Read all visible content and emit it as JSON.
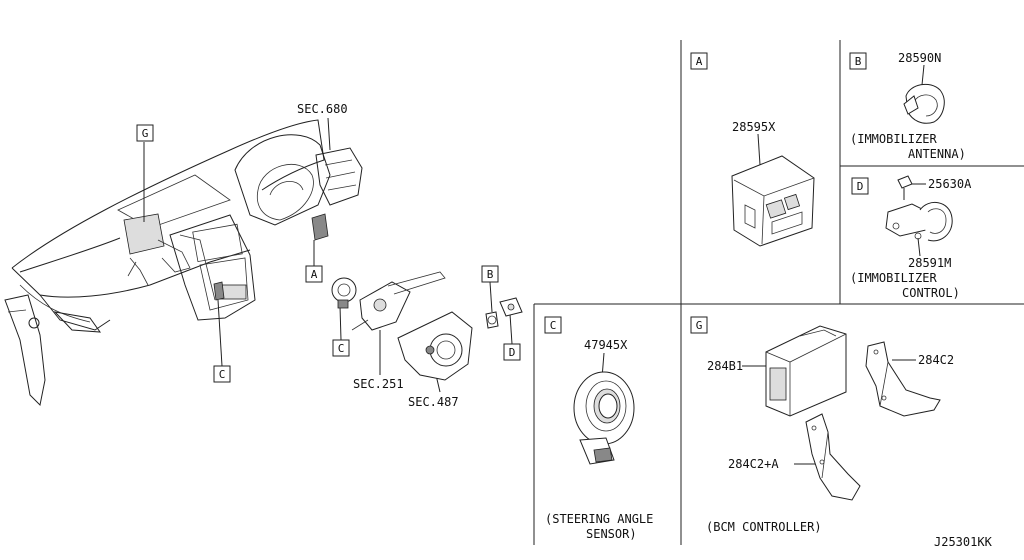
{
  "overview": {
    "sec_680": "SEC.680",
    "sec_251": "SEC.251",
    "sec_487": "SEC.487",
    "callouts": {
      "a": "A",
      "b": "B",
      "c": "C",
      "d": "D",
      "g": "G"
    }
  },
  "panels": {
    "a": {
      "letter": "A",
      "part": "28595X"
    },
    "b": {
      "letter": "B",
      "part": "28590N",
      "caption_line1": "(IMMOBILIZER",
      "caption_line2": "ANTENNA)"
    },
    "d": {
      "letter": "D",
      "part_bolt": "25630A",
      "part_unit": "28591M",
      "caption_line1": "(IMMOBILIZER",
      "caption_line2": "CONTROL)"
    },
    "c": {
      "letter": "C",
      "part": "47945X",
      "caption_line1": "(STEERING ANGLE",
      "caption_line2": "SENSOR)"
    },
    "g": {
      "letter": "G",
      "part_controller": "284B1",
      "part_bracket": "284C2",
      "part_bracket_a": "284C2+A",
      "caption": "(BCM CONTROLLER)"
    }
  },
  "diagram_code": "J25301KK"
}
